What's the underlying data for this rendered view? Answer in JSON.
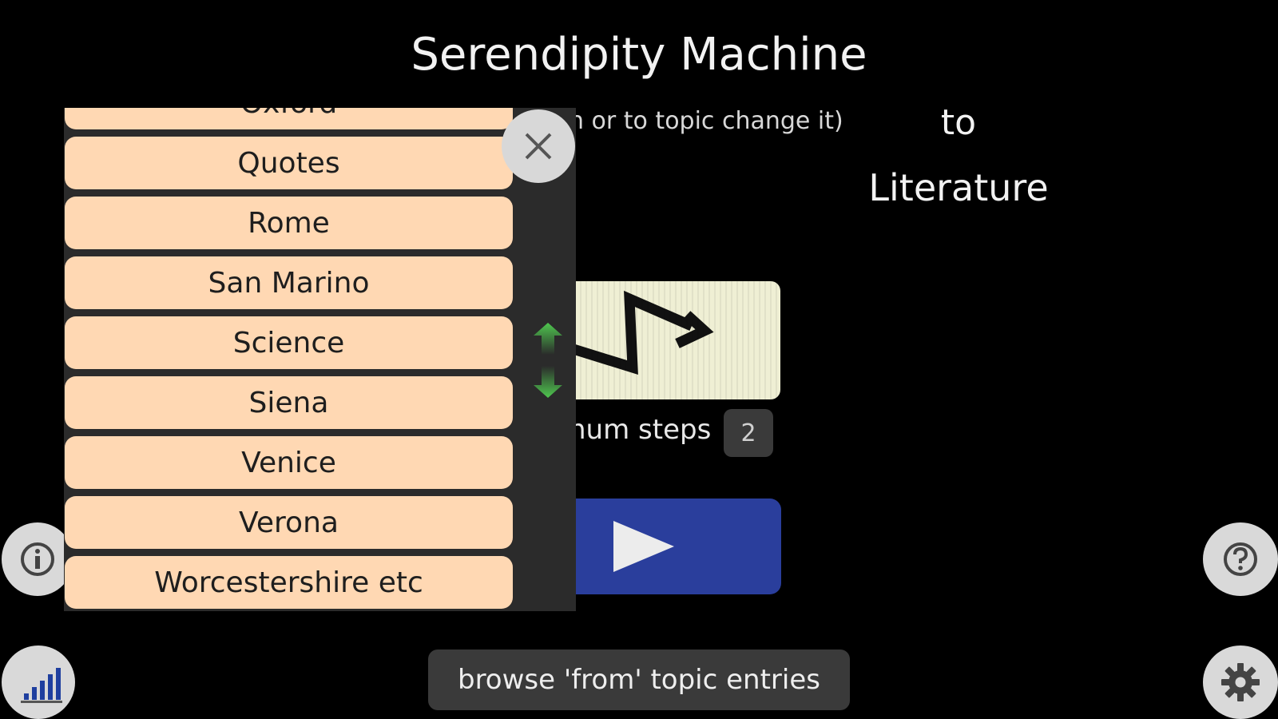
{
  "app_title": "Serendipity Machine",
  "instruction_fragment": "n or to topic change it)",
  "to_label": "to",
  "to_topic": "Literature",
  "steps": {
    "label_fragment": "num steps",
    "value": "2"
  },
  "browse_label": "browse 'from' topic entries",
  "topic_list": [
    "Oxford",
    "Quotes",
    "Rome",
    "San Marino",
    "Science",
    "Siena",
    "Venice",
    "Verona",
    "Worcestershire etc"
  ],
  "icons": {
    "close": "close-icon",
    "scroll": "scroll-up-down-icon",
    "route": "zigzag-arrow-icon",
    "play": "play-icon",
    "info": "info-icon",
    "help": "help-icon",
    "stats": "bar-chart-icon",
    "settings": "gear-icon"
  },
  "colors": {
    "background": "#000000",
    "list_item": "#ffd8b3",
    "panel": "#2b2b2b",
    "play": "#2a3e9c",
    "scroll_arrows": "#3fae3f",
    "round_buttons": "#d9d9d9"
  }
}
